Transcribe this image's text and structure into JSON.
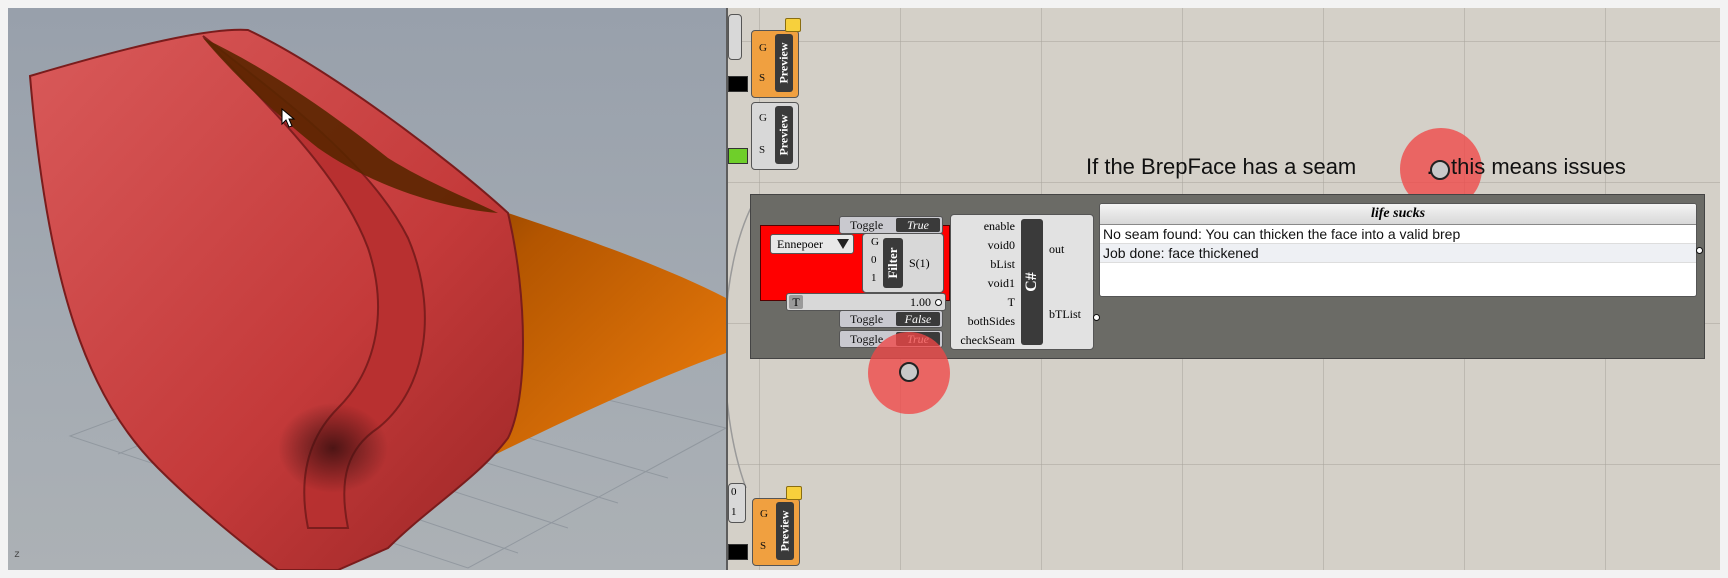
{
  "viewport": {
    "axis_label": "z"
  },
  "canvas": {
    "callout_text_before": "If the BrepFace has a seam",
    "callout_text_after": "... this means issues",
    "preview_components": [
      {
        "label": "Preview",
        "inputs": [
          "G",
          "S"
        ],
        "style": "orange"
      },
      {
        "label": "Preview",
        "inputs": [
          "G",
          "S"
        ],
        "style": "grey"
      },
      {
        "label": "Preview",
        "inputs": [
          "G",
          "S"
        ],
        "style": "orange"
      }
    ],
    "left_edge_values": [
      "0",
      "1"
    ],
    "toggles": [
      {
        "label": "Toggle",
        "value": "True"
      },
      {
        "label": "Toggle",
        "value": "False"
      },
      {
        "label": "Toggle",
        "value": "True"
      }
    ],
    "value_list": {
      "selected": "Ennepoer"
    },
    "filter": {
      "label": "Filter",
      "inputs": [
        "G",
        "0",
        "1"
      ],
      "output": "S(1)"
    },
    "slider": {
      "name": "T",
      "value": "1.00"
    },
    "script": {
      "label": "C#",
      "inputs": [
        "enable",
        "void0",
        "bList",
        "void1",
        "T",
        "bothSides",
        "checkSeam"
      ],
      "outputs": [
        "out",
        "bTList"
      ]
    },
    "panel": {
      "title": "life sucks",
      "rows": [
        "No seam found: You can thicken the face into a valid brep",
        "Job done: face thickened"
      ]
    }
  },
  "colors": {
    "surface_red": "#d43a3a",
    "surface_orange": "#e07000",
    "canvas_bg": "#d4d0c8",
    "group_bg": "#6b6b66",
    "highlight_red": "#f04646",
    "preview_orange": "#f0a040"
  }
}
